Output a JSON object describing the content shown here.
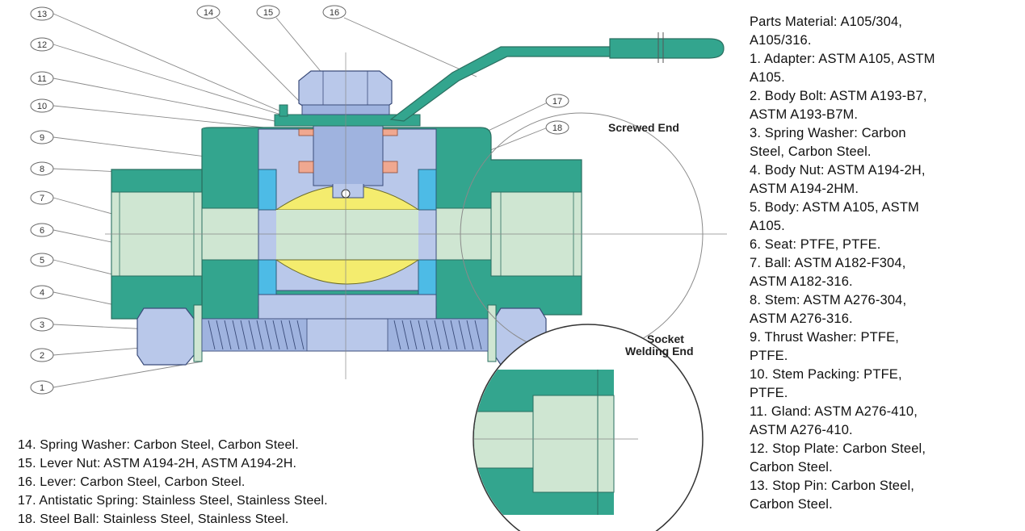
{
  "colors": {
    "body_green": "#33a58e",
    "part_blue_light": "#b9c8ea",
    "part_blue_mid": "#9fb3df",
    "seat_blue": "#4dbbe6",
    "ball_yellow": "#f4ec6e",
    "bore_green": "#cfe6d2",
    "washer_salmon": "#f0a890",
    "line_gray": "#7a7a7a"
  },
  "callouts": [
    "13",
    "12",
    "11",
    "10",
    "9",
    "8",
    "7",
    "6",
    "5",
    "4",
    "3",
    "2",
    "1",
    "14",
    "15",
    "16",
    "17",
    "18"
  ],
  "labels": {
    "screwed_end": "Screwed End",
    "socket_welding_end_line1": "Socket",
    "socket_welding_end_line2": "Welding End"
  },
  "materials_right": [
    "Parts Material: A105/304,",
    "A105/316.",
    "1. Adapter: ASTM A105, ASTM",
    "A105.",
    "2. Body Bolt: ASTM A193-B7,",
    "ASTM A193-B7M.",
    "3. Spring Washer: Carbon",
    "Steel, Carbon Steel.",
    "4. Body Nut: ASTM A194-2H,",
    "ASTM A194-2HM.",
    "5. Body: ASTM A105, ASTM",
    "A105.",
    "6. Seat: PTFE, PTFE.",
    "7. Ball: ASTM A182-F304,",
    "ASTM A182-316.",
    "8. Stem: ASTM A276-304,",
    "ASTM A276-316.",
    "9. Thrust Washer: PTFE,",
    "PTFE.",
    "10. Stem Packing: PTFE,",
    "PTFE.",
    "11. Gland: ASTM A276-410,",
    "ASTM A276-410.",
    "12. Stop Plate: Carbon Steel,",
    "Carbon Steel.",
    "13. Stop Pin: Carbon Steel,",
    "Carbon Steel."
  ],
  "materials_bottom": [
    "14. Spring Washer: Carbon Steel, Carbon Steel.",
    "15. Lever Nut: ASTM A194-2H, ASTM A194-2H.",
    "16. Lever: Carbon Steel, Carbon Steel.",
    "17. Antistatic Spring: Stainless Steel, Stainless Steel.",
    "18. Steel Ball: Stainless Steel, Stainless Steel."
  ]
}
